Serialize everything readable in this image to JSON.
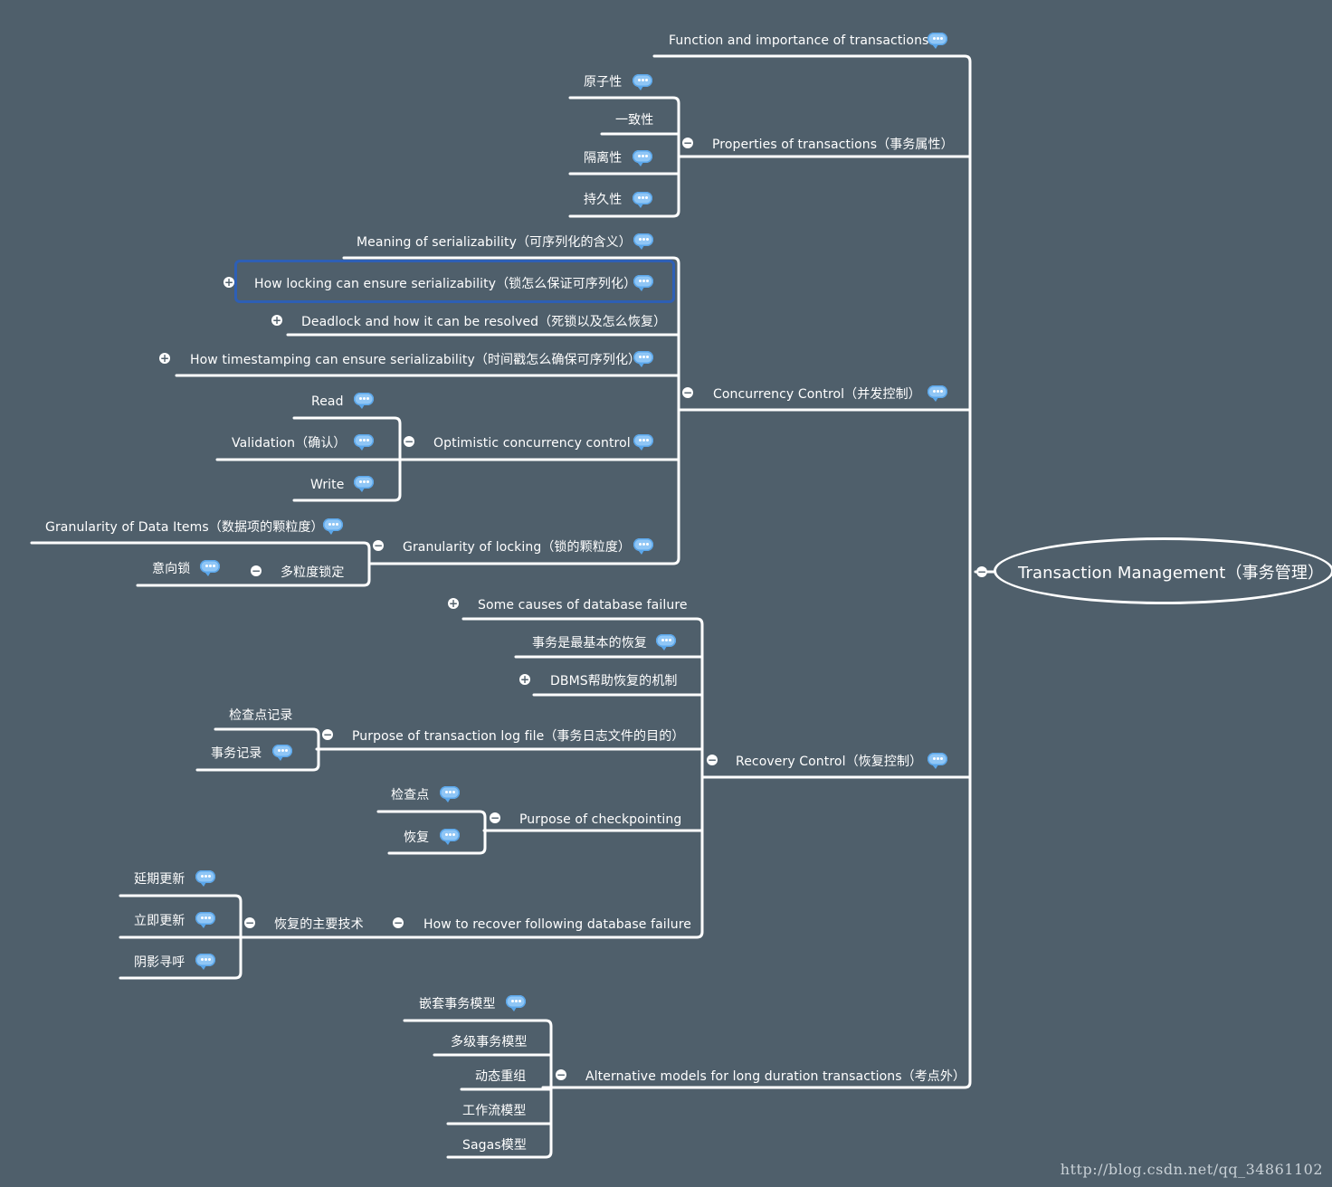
{
  "root": {
    "label": "Transaction Management（事务管理）"
  },
  "topics": {
    "function": "Function and importance of transactions",
    "properties": {
      "label": "Properties of transactions（事务属性）",
      "atomicity": "原子性",
      "consistency": "一致性",
      "isolation": "隔离性",
      "durability": "持久性"
    },
    "concurrency": {
      "label": "Concurrency Control（并发控制）",
      "meaning": "Meaning of serializability（可序列化的含义）",
      "locking": "How locking can ensure serializability（锁怎么保证可序列化）",
      "deadlock": "Deadlock and how it can be resolved（死锁以及怎么恢复）",
      "timestamping": "How timestamping can ensure serializability（时间戳怎么确保可序列化）",
      "optimistic": {
        "label": "Optimistic concurrency control",
        "read": "Read",
        "validation": "Validation（确认）",
        "write": "Write"
      },
      "granularity": {
        "label": "Granularity of locking（锁的颗粒度）",
        "data_items": "Granularity of Data Items（数据项的颗粒度）",
        "multi": "多粒度锁定",
        "intention": "意向锁"
      }
    },
    "recovery": {
      "label": "Recovery Control（恢复控制）",
      "causes": "Some causes of database failure",
      "basic_unit": "事务是最基本的恢复",
      "dbms": "DBMS帮助恢复的机制",
      "log": {
        "label": "Purpose of transaction log file（事务日志文件的目的）",
        "checkpoint_record": "检查点记录",
        "txn_record": "事务记录"
      },
      "checkpointing": {
        "label": "Purpose of checkpointing",
        "checkpoint": "检查点",
        "restore": "恢复"
      },
      "recover": {
        "label": "How to recover following database failure",
        "techniques": "恢复的主要技术",
        "deferred": "延期更新",
        "immediate": "立即更新",
        "shadow": "阴影寻呼"
      }
    },
    "alternative": {
      "label": "Alternative models for long duration transactions（考点外）",
      "nested": "嵌套事务模型",
      "multilevel": "多级事务模型",
      "dynamic": "动态重组",
      "workflow": "工作流模型",
      "sagas": "Sagas模型"
    }
  },
  "icons": {
    "note": "comment-bubble-icon",
    "collapse": "minus-icon",
    "expand": "plus-icon"
  },
  "colors": {
    "background": "#4f5f6b",
    "lines": "#ffffff",
    "selection": "#2e5fb5",
    "note": "#8fc6f6"
  },
  "watermark": "http://blog.csdn.net/qq_34861102"
}
